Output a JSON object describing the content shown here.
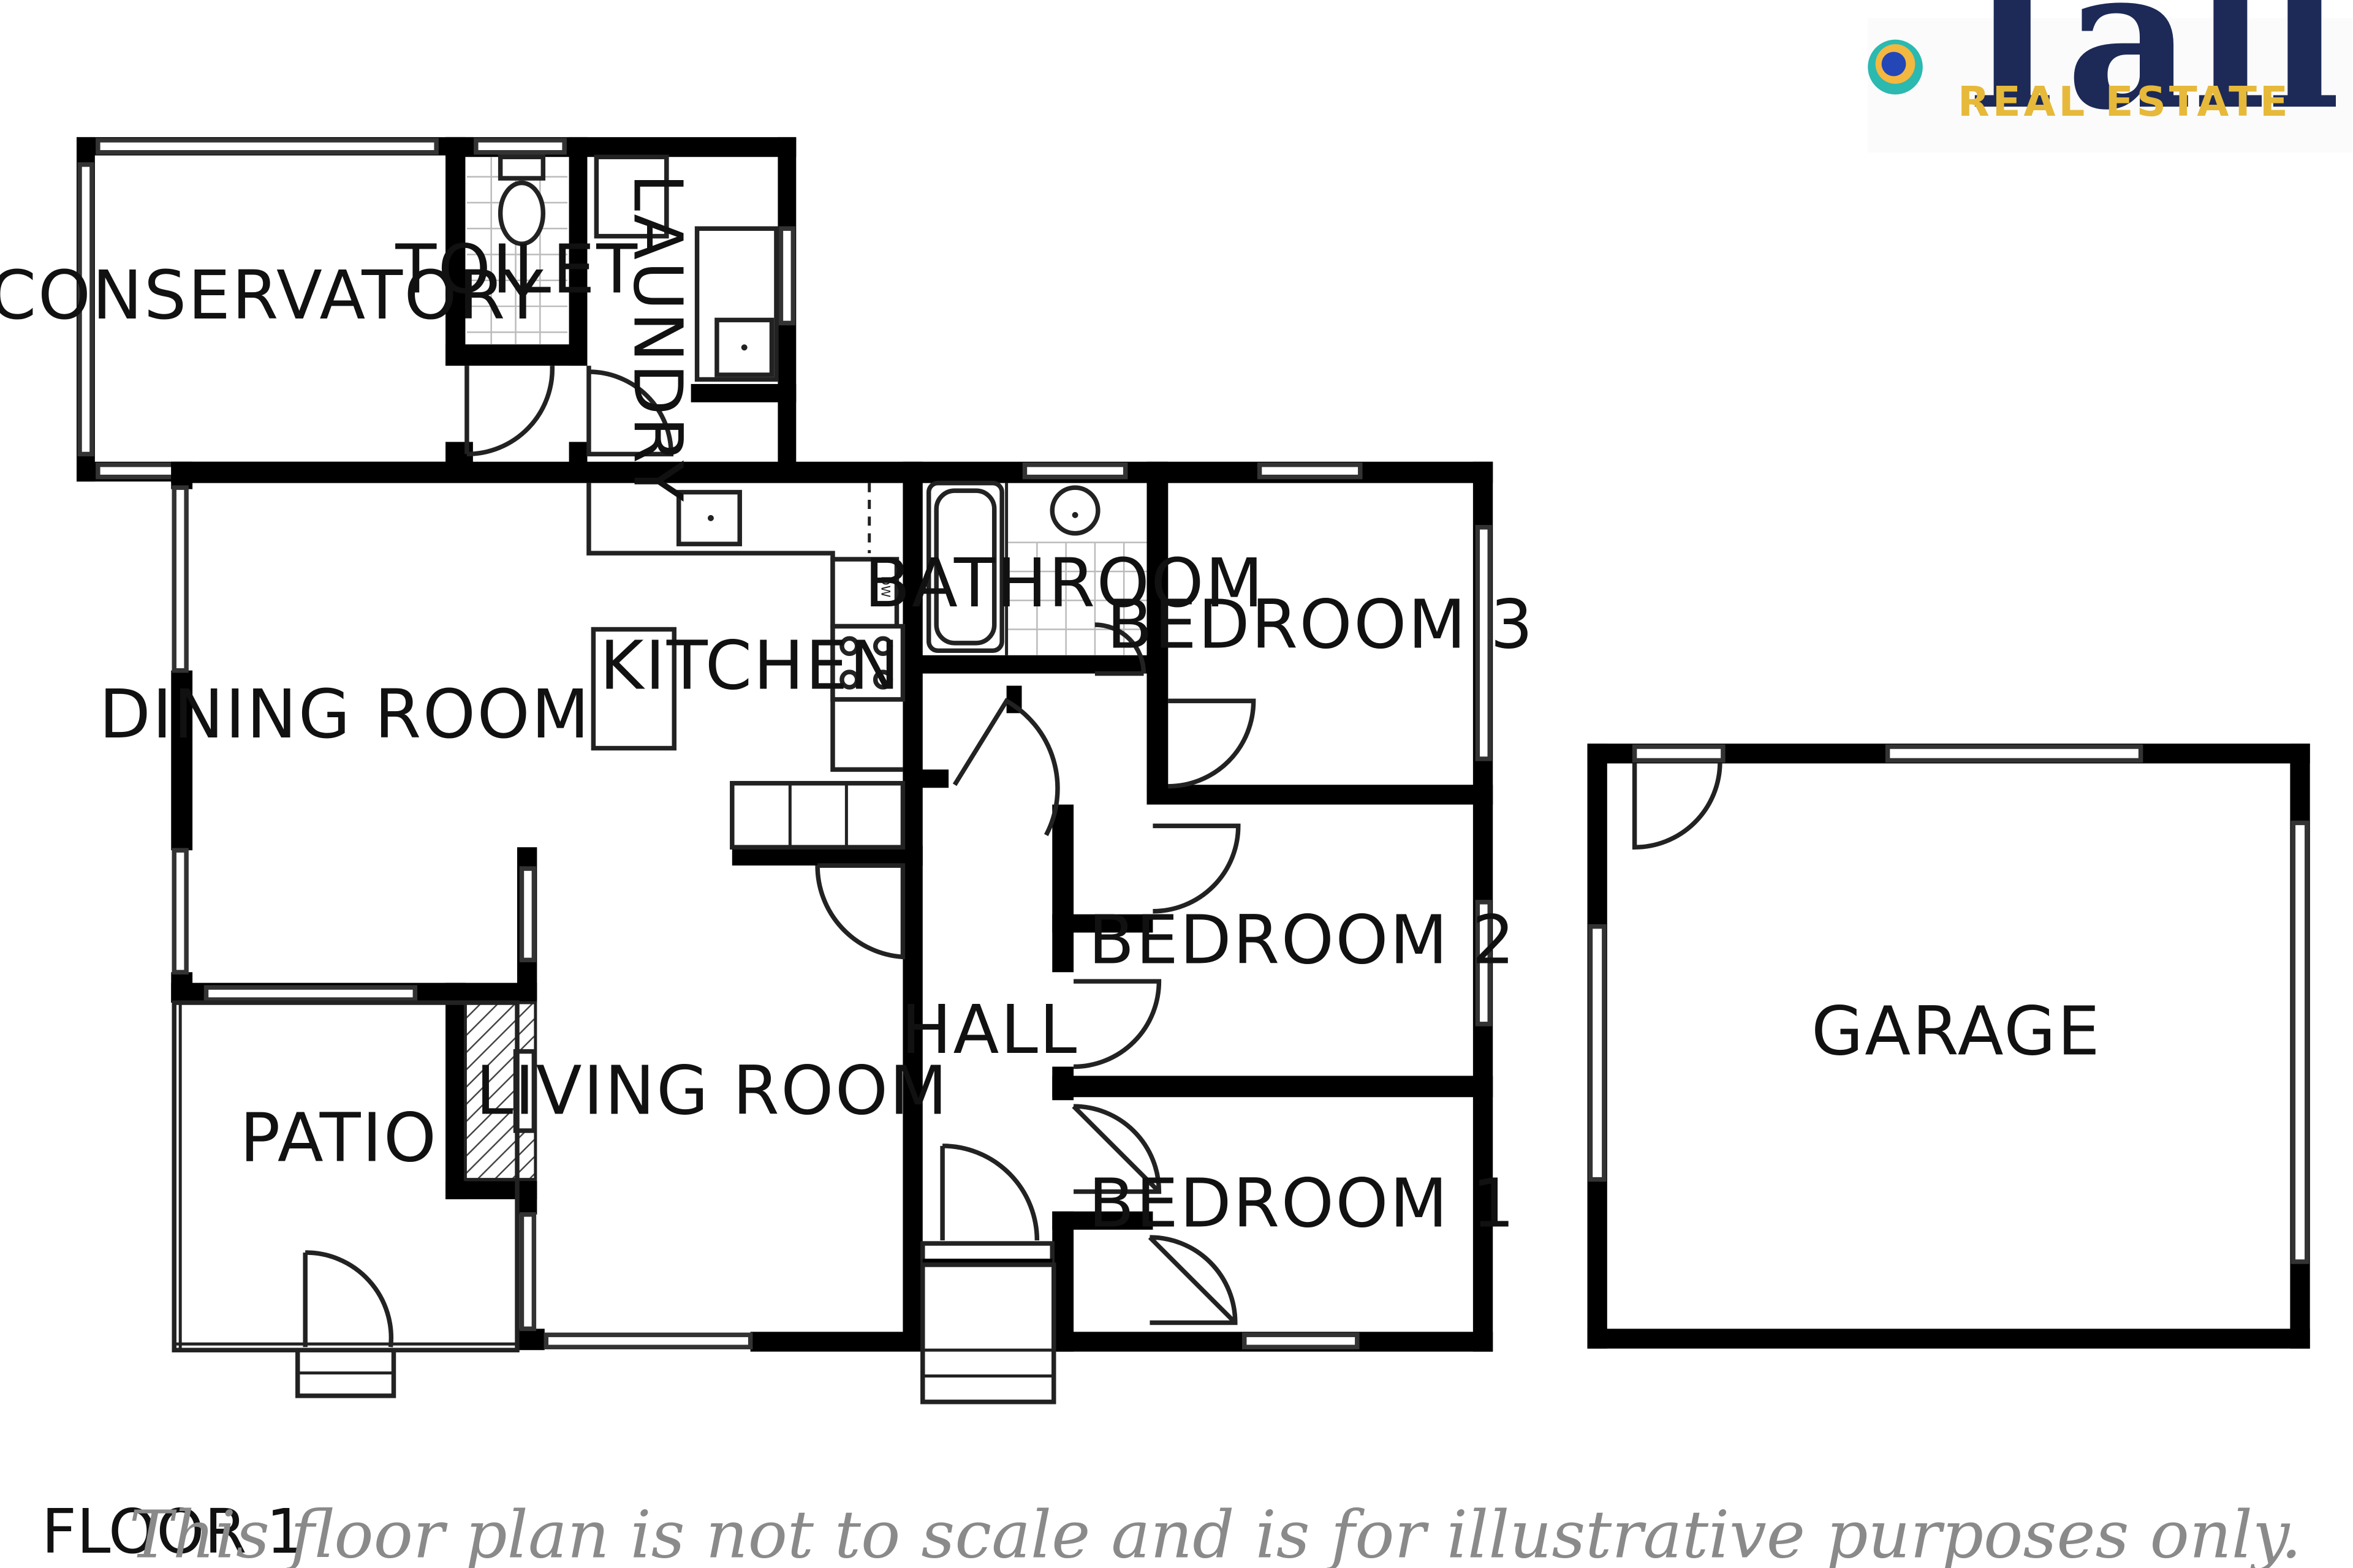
{
  "brand": {
    "name": "Tall Poppy",
    "sub": "REAL ESTATE",
    "logo_colors": {
      "outer": "#2bb9b0",
      "ring": "#f4b740",
      "inner": "#2447b8"
    }
  },
  "rooms": {
    "conservatory": "CONSERVATORY",
    "toilet": "TOILET",
    "laundry": "LAUNDRY",
    "kitchen": "KITCHEN",
    "dw": "DW",
    "bathroom": "BATHROOM",
    "bedroom3": "BEDROOM 3",
    "dining": "DINING ROOM",
    "bedroom2": "BEDROOM 2",
    "hall": "HALL",
    "garage": "GARAGE",
    "living": "LIVING ROOM",
    "patio": "PATIO",
    "bedroom1": "BEDROOM 1"
  },
  "floor_label": "FLOOR 1",
  "disclaimer": "This floor plan is not to scale and is for illustrative purposes only."
}
